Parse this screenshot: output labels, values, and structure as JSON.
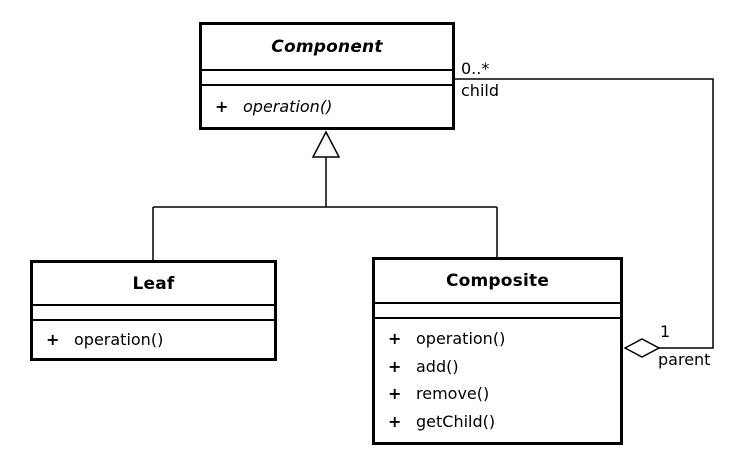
{
  "diagram": {
    "kind": "uml-class-diagram",
    "pattern": "Composite",
    "colors": {
      "line": "#000000",
      "background": "#ffffff",
      "box_fill": "#ffffff"
    },
    "classes": [
      {
        "name": "Component",
        "abstract": true,
        "attributes": [],
        "methods": [
          {
            "visibility": "+",
            "signature": "operation()",
            "abstract": true
          }
        ]
      },
      {
        "name": "Leaf",
        "abstract": false,
        "attributes": [],
        "methods": [
          {
            "visibility": "+",
            "signature": "operation()",
            "abstract": false
          }
        ]
      },
      {
        "name": "Composite",
        "abstract": false,
        "attributes": [],
        "methods": [
          {
            "visibility": "+",
            "signature": "operation()",
            "abstract": false
          },
          {
            "visibility": "+",
            "signature": "add()",
            "abstract": false
          },
          {
            "visibility": "+",
            "signature": "remove()",
            "abstract": false
          },
          {
            "visibility": "+",
            "signature": "getChild()",
            "abstract": false
          }
        ]
      }
    ],
    "relationships": [
      {
        "type": "generalization",
        "from": "Leaf",
        "to": "Component"
      },
      {
        "type": "generalization",
        "from": "Composite",
        "to": "Component"
      },
      {
        "type": "aggregation",
        "whole": "Composite",
        "part": "Component",
        "labels": {
          "child_multiplicity": "0..*",
          "child_role": "child",
          "parent_multiplicity": "1",
          "parent_role": "parent"
        }
      }
    ]
  }
}
